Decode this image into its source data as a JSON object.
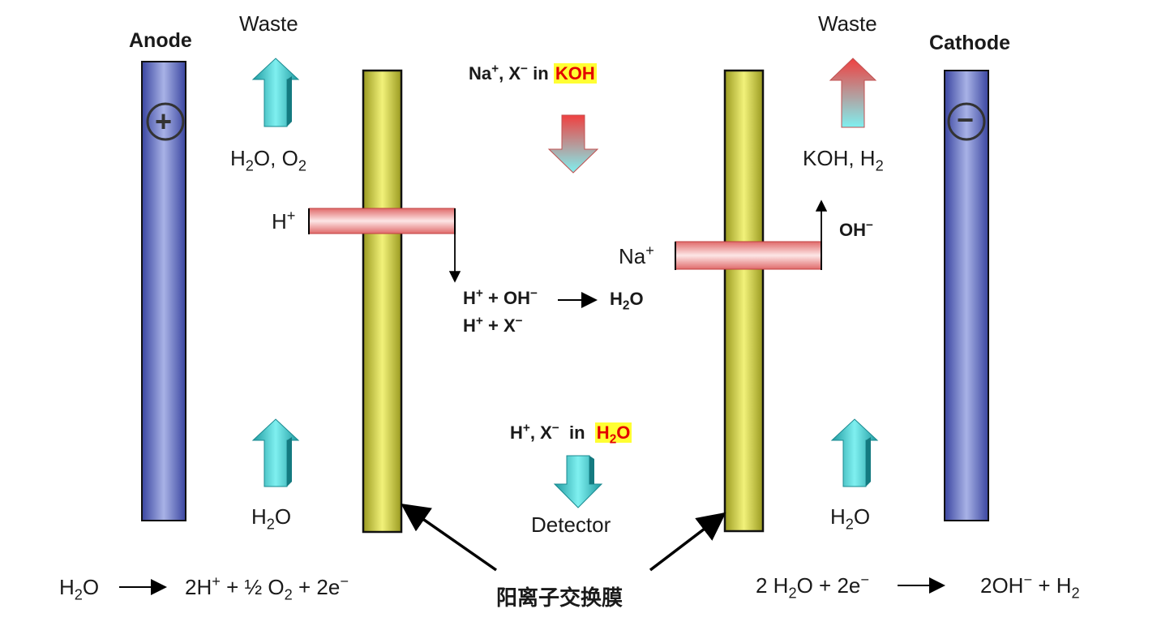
{
  "labels": {
    "anode": "Anode",
    "cathode": "Cathode",
    "waste_left": "Waste",
    "waste_right": "Waste",
    "anode_sign": "+",
    "cathode_sign": "−",
    "membrane_name": "阳离子交换膜",
    "detector": "Detector"
  },
  "species": {
    "h_plus": "H",
    "plus_sup": "+",
    "minus_sup": "−",
    "na": "Na",
    "oh": "OH",
    "h2o_h": "H",
    "sub2": "2",
    "o": "O",
    "o_comma": "O, O",
    "koh_h": "KOH, H"
  },
  "top_solution": {
    "na": "Na",
    "x_part": ", X",
    "in": " in ",
    "highlight": "KOH"
  },
  "bottom_solution": {
    "h": "H",
    "x_part": ", X",
    "in": "  in  ",
    "highlight_h": "H",
    "highlight_o": "O"
  },
  "reactions": {
    "line1_a": "H",
    "line1_b": " + OH",
    "line1_product": "O",
    "line2_a": "H",
    "line2_b": " + X",
    "anode_left": "O",
    "anode_right_a": "2H",
    "anode_right_b": " + ½ O",
    "anode_right_c": " + 2e",
    "cathode_left_a": "2 H",
    "cathode_left_b": "O + 2e",
    "cathode_right_a": "2OH",
    "cathode_right_b": " + H"
  },
  "colors": {
    "electrode": "#4a56b0",
    "membrane": "#e6e65a",
    "channel": "#f08b8b",
    "arrow_cyan": "#3ec9cc",
    "arrow_red": "#f25a5a",
    "highlight_bg": "#ffff33",
    "highlight_text": "#e30000"
  }
}
